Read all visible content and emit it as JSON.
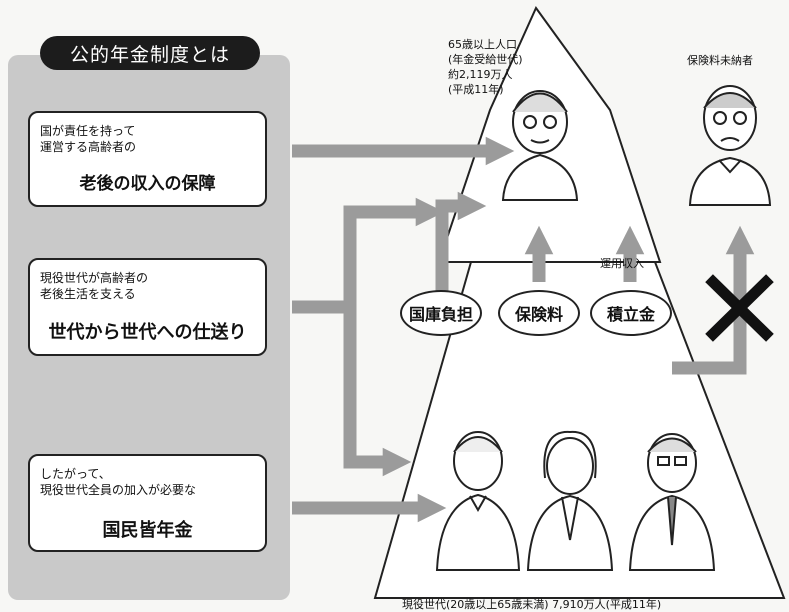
{
  "title": "公的年金制度とは",
  "cards": [
    {
      "sub": [
        "国が責任を持って",
        "運営する高齢者の"
      ],
      "main": "老後の収入の保障"
    },
    {
      "sub": [
        "現役世代が高齢者の",
        "老後生活を支える"
      ],
      "main": "世代から世代への仕送り"
    },
    {
      "sub": [
        "したがって、",
        "現役世代全員の加入が必要な"
      ],
      "main": "国民皆年金"
    }
  ],
  "elderly_info": [
    "65歳以上人口",
    "(年金受給世代)",
    "約2,119万人",
    "(平成11年)"
  ],
  "unpaid_label": "保険料未納者",
  "bubbles": [
    "国庫負担",
    "保険料",
    "積立金"
  ],
  "investment_income": "運用収入",
  "working_generation": "現役世代(20歳以上65歳未満) 7,910万人(平成11年)",
  "colors": {
    "arrow": "#9b9b9b",
    "panel": "#c9c9c9",
    "pill": "#1c1c1c"
  }
}
